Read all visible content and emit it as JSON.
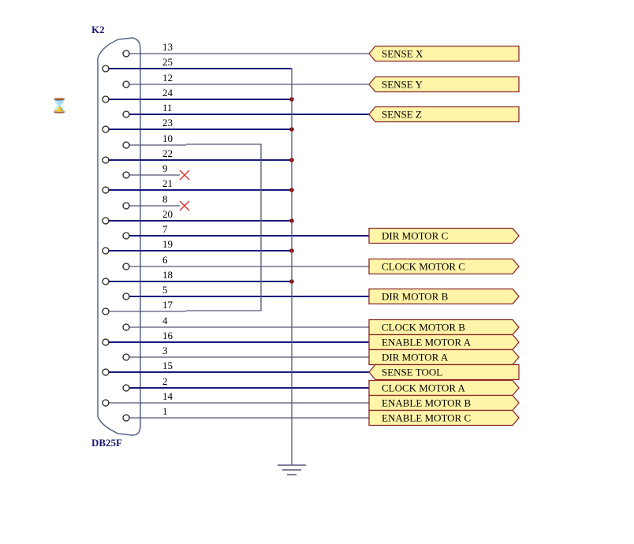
{
  "connector": {
    "ref": "K2",
    "type": "DB25F"
  },
  "cursor_icon": "hourglass-icon",
  "colors": {
    "wire": "#555577",
    "wire_bold": "#1a1a7e",
    "junction": "#8b0000",
    "port_fill": "#fff4a8",
    "port_border": "#8b2a2a",
    "nc_mark": "#e03030"
  },
  "pins": [
    {
      "num": "13",
      "net": "SENSE X",
      "wire": "long"
    },
    {
      "num": "25",
      "net": "",
      "wire": "gnd"
    },
    {
      "num": "12",
      "net": "SENSE Y",
      "wire": "long"
    },
    {
      "num": "24",
      "net": "",
      "wire": "gnd"
    },
    {
      "num": "11",
      "net": "SENSE Z",
      "wire": "long"
    },
    {
      "num": "23",
      "net": "",
      "wire": "gnd"
    },
    {
      "num": "10",
      "net": "",
      "wire": "loop"
    },
    {
      "num": "22",
      "net": "",
      "wire": "gnd"
    },
    {
      "num": "9",
      "net": "",
      "wire": "nc"
    },
    {
      "num": "21",
      "net": "",
      "wire": "gnd"
    },
    {
      "num": "8",
      "net": "",
      "wire": "nc"
    },
    {
      "num": "20",
      "net": "",
      "wire": "gnd"
    },
    {
      "num": "7",
      "net": "DIR MOTOR C",
      "wire": "long"
    },
    {
      "num": "19",
      "net": "",
      "wire": "gnd"
    },
    {
      "num": "6",
      "net": "CLOCK MOTOR C",
      "wire": "long"
    },
    {
      "num": "18",
      "net": "",
      "wire": "gnd"
    },
    {
      "num": "5",
      "net": "DIR MOTOR B",
      "wire": "long"
    },
    {
      "num": "17",
      "net": "",
      "wire": "loop"
    },
    {
      "num": "4",
      "net": "CLOCK MOTOR B",
      "wire": "long"
    },
    {
      "num": "16",
      "net": "ENABLE MOTOR A",
      "wire": "long"
    },
    {
      "num": "3",
      "net": "DIR MOTOR A",
      "wire": "long"
    },
    {
      "num": "15",
      "net": "SENSE TOOL",
      "wire": "long"
    },
    {
      "num": "2",
      "net": "CLOCK MOTOR A",
      "wire": "long"
    },
    {
      "num": "14",
      "net": "ENABLE MOTOR B",
      "wire": "long"
    },
    {
      "num": "1",
      "net": "ENABLE MOTOR C",
      "wire": "long"
    }
  ],
  "ports": [
    {
      "label": "SENSE X",
      "dir": "in"
    },
    {
      "label": "SENSE Y",
      "dir": "in"
    },
    {
      "label": "SENSE Z",
      "dir": "in"
    },
    {
      "label": "DIR MOTOR C",
      "dir": "out"
    },
    {
      "label": "CLOCK MOTOR C",
      "dir": "out"
    },
    {
      "label": "DIR MOTOR B",
      "dir": "out"
    },
    {
      "label": "CLOCK MOTOR B",
      "dir": "out"
    },
    {
      "label": "ENABLE MOTOR A",
      "dir": "out"
    },
    {
      "label": "DIR MOTOR A",
      "dir": "out"
    },
    {
      "label": "SENSE TOOL",
      "dir": "in"
    },
    {
      "label": "CLOCK MOTOR A",
      "dir": "out"
    },
    {
      "label": "ENABLE MOTOR B",
      "dir": "out"
    },
    {
      "label": "ENABLE MOTOR C",
      "dir": "out"
    }
  ]
}
